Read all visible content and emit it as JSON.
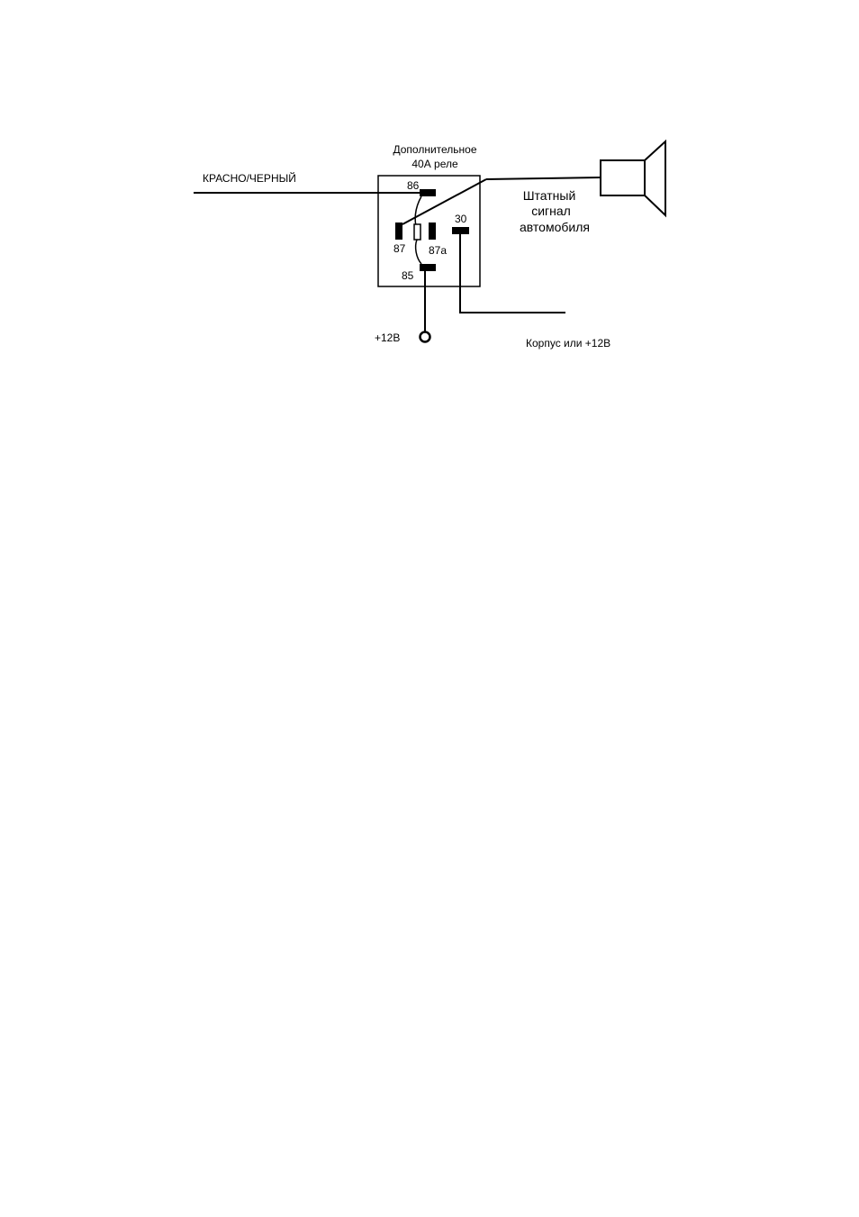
{
  "relay": {
    "title_line1": "Дополнительное",
    "title_line2": "40А реле",
    "pins": {
      "p86": "86",
      "p87": "87",
      "p87a": "87а",
      "p30": "30",
      "p85": "85"
    }
  },
  "labels": {
    "input_wire": "КРАСНО/ЧЕРНЫЙ",
    "horn_line1": "Штатный",
    "horn_line2": "сигнал",
    "horn_line3": "автомобиля",
    "plus12v": "+12В",
    "ground": "Корпус или +12В"
  },
  "colors": {
    "ink": "#000000",
    "background": "#ffffff"
  }
}
